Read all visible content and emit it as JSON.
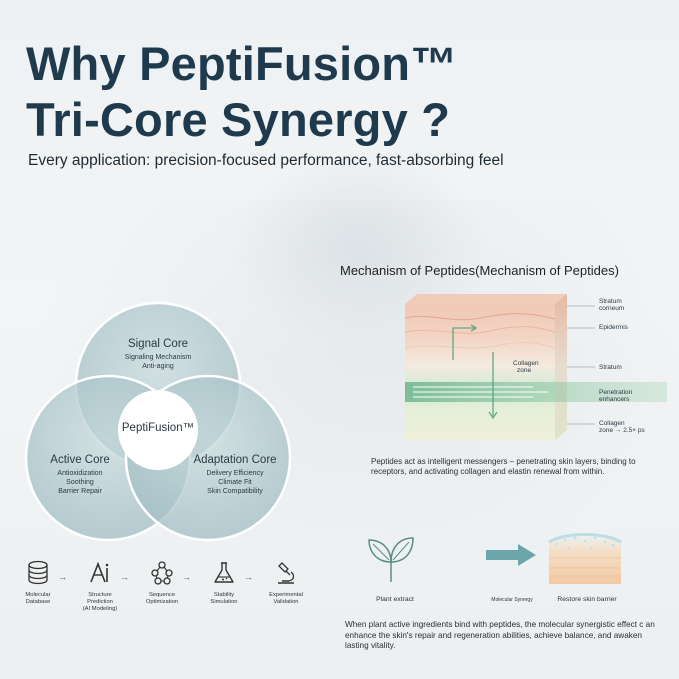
{
  "header": {
    "title_line1": "Why PeptiFusion™",
    "title_line2": "Tri-Core Synergy ?",
    "subtitle": "Every application: precision-focused performance, fast-absorbing feel"
  },
  "venn": {
    "center": "PeptiFusion™",
    "signal": {
      "title": "Signal Core",
      "lines": [
        "Signaling Mechanism",
        "Anti-aging"
      ]
    },
    "active": {
      "title": "Active Core",
      "lines": [
        "Antioxidization",
        "Soothing",
        "Barrier Repair"
      ]
    },
    "adaptation": {
      "title": "Adaptation Core",
      "lines": [
        "Delivery Efficiency",
        "Climate Fit",
        "Skin Compatibility"
      ]
    },
    "colors": {
      "fill": "#a9c3c9",
      "stroke": "#ffffff",
      "center": "#ffffff"
    }
  },
  "process": {
    "steps": [
      {
        "icon": "database-icon",
        "label_lines": [
          "Molecular",
          "Database"
        ]
      },
      {
        "icon": "ai-model-icon",
        "label_lines": [
          "Structure",
          "Prediction",
          "(AI Modeling)"
        ]
      },
      {
        "icon": "molecule-icon",
        "label_lines": [
          "Sequence",
          "Optimization"
        ]
      },
      {
        "icon": "flask-icon",
        "label_lines": [
          "Stability",
          "Simulation"
        ]
      },
      {
        "icon": "microscope-icon",
        "label_lines": [
          "Experimental",
          "Validation"
        ]
      }
    ],
    "arrow": "→"
  },
  "mechanism": {
    "title": "Mechanism of Peptides(Mechanism of Peptides)",
    "layers": {
      "stratum_corneum": [
        "Stratum",
        "corneum"
      ],
      "epidermis": [
        "Epidermis"
      ],
      "collagen_zone": [
        "Collagen",
        "zone"
      ],
      "stratum": [
        "Stratum"
      ],
      "penetration": [
        "Penetration",
        "enhancers"
      ],
      "collagen_zone2": [
        "Collagen",
        "zone → 2.5× ps"
      ]
    },
    "description": "Peptides act as intelligent messengers – penetrating skin layers, binding to receptors, and activating collagen and elastin renewal from within."
  },
  "synergy": {
    "plant_label": "Plant extract",
    "middle_label": "Molecular Synergy",
    "result_label": "Restore skin barrier",
    "description": "When plant active ingredients bind with peptides, the molecular synergistic effect c an enhance the skin's repair and regeneration abilities, achieve balance, and awaken lasting vitality."
  }
}
